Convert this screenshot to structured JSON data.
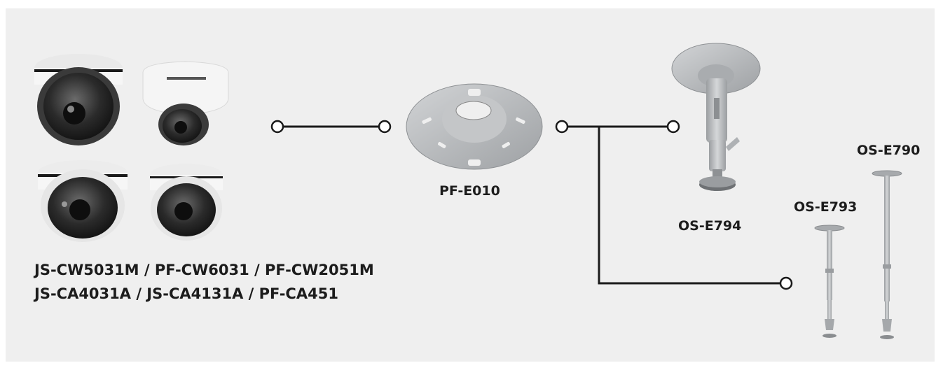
{
  "colors": {
    "background": "#efefef",
    "line": "#1a1a1a",
    "node_fill": "#ffffff",
    "metal": "#b3b6b9",
    "camera_white": "#f4f4f4"
  },
  "cameras": {
    "caption_line1": "JS-CW5031M / PF-CW6031 / PF-CW2051M",
    "caption_line2": "JS-CA4031A / JS-CA4131A / PF-CA451"
  },
  "products": {
    "pf_e010": "PF-E010",
    "os_e794": "OS-E794",
    "os_e793": "OS-E793",
    "os_e790": "OS-E790"
  }
}
